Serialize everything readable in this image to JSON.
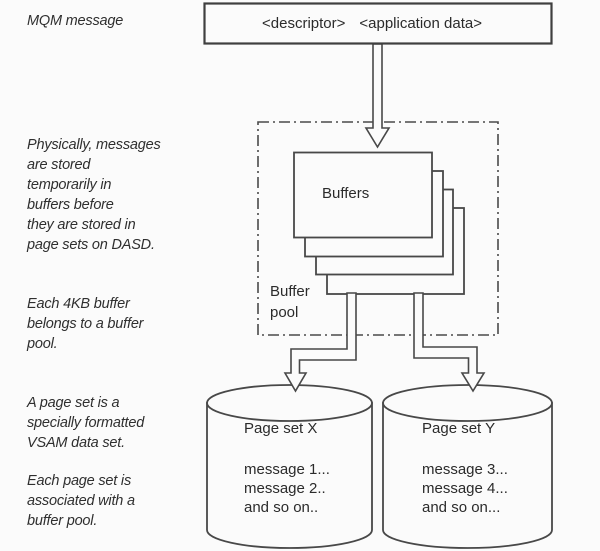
{
  "page": {
    "background": "#fbfbfb",
    "line_color": "#484848",
    "text_color": "#2e2e2e"
  },
  "labels": {
    "mqm": "MQM message",
    "descriptor": "<descriptor>",
    "application_data": "<application data>",
    "buffers": "Buffers",
    "buffer_pool": [
      "Buffer",
      "pool"
    ]
  },
  "notes": [
    {
      "lines": [
        "Physically, messages",
        "are stored",
        "temporarily in",
        "buffers before",
        "they are stored in",
        "page sets on DASD."
      ]
    },
    {
      "lines": [
        "Each 4KB buffer",
        "belongs to a buffer",
        "pool."
      ]
    },
    {
      "lines": [
        "A page set is a",
        "specially formatted",
        "VSAM data set."
      ]
    },
    {
      "lines": [
        "Each page set is",
        "associated with a",
        "buffer pool."
      ]
    }
  ],
  "page_sets": [
    {
      "name": "Page set X",
      "lines": [
        "message 1...",
        "message 2..",
        "and so on.."
      ]
    },
    {
      "name": "Page set Y",
      "lines": [
        "message 3...",
        "message 4...",
        "and so on..."
      ]
    }
  ]
}
